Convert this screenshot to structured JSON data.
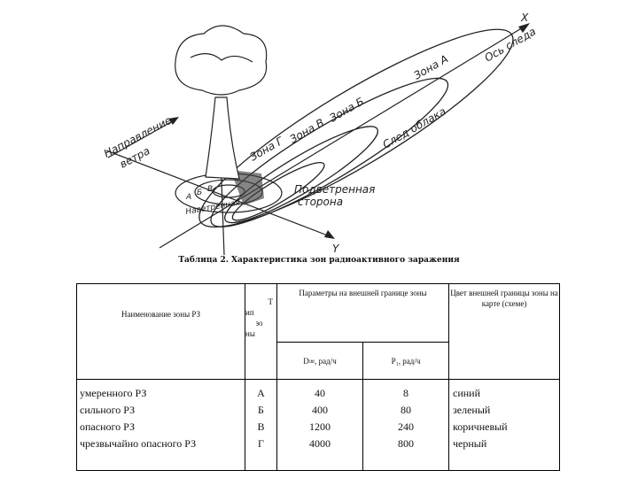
{
  "diagram": {
    "axis_x": "X",
    "axis_y": "Y",
    "trace_axis": "Ось следа",
    "zone_a": "Зона А",
    "zone_b": "Зона Б",
    "zone_v": "Зона В",
    "zone_g": "Зона Г",
    "cloud_trace": "След облака",
    "wind_line1": "Направление",
    "wind_line2": "ветра",
    "leeward_line1": "Подветренная",
    "leeward_line2": "сторона",
    "windward": "Наветренная",
    "inner_a": "А",
    "inner_b": "Б",
    "inner_v": "В"
  },
  "caption": "Таблица 2. Характеристика зон радиоактивного заражения",
  "table": {
    "col_name_header": "Наименование зоны РЗ",
    "col_index_header": [
      "Т",
      "ип",
      "зо",
      "ны"
    ],
    "col_params_header": "Параметры на внешней границе зоны",
    "col_color_header": "Цвет внешней границы зоны на карте (схеме)",
    "sub_dose": "D∞, рад/ч",
    "sub_rate": "P₁, рад/ч",
    "zone_names": [
      "умеренного РЗ",
      "сильного РЗ",
      "опасного РЗ",
      "чрезвычайно опасного РЗ"
    ],
    "zone_types": [
      "А",
      "Б",
      "В",
      "Г"
    ],
    "dose_values": [
      "40",
      "400",
      "1200",
      "4000"
    ],
    "rate_values": [
      "8",
      "80",
      "240",
      "800"
    ],
    "colors": [
      "синий",
      "зеленый",
      "коричневый",
      "черный"
    ]
  }
}
